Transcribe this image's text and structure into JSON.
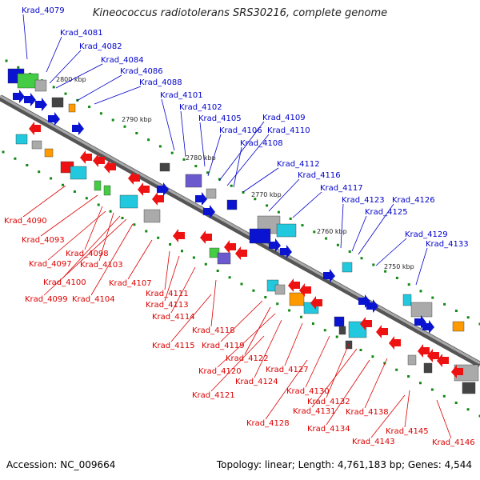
{
  "title": "Kineococcus radiotolerans SRS30216, complete genome",
  "accession_text": "Accession: NC_009664",
  "summary_text": "Topology: linear; Length: 4,761,183 bp; Genes: 4,544",
  "colors": {
    "forward_label": "#0000cc",
    "reverse_label": "#dd0000",
    "backbone": "#808080",
    "gene_blue": "#0a14d0",
    "gene_red": "#ee1111",
    "gene_cyan": "#22c8dd",
    "gene_grey": "#aaaaaa",
    "gene_green": "#44cc44",
    "gene_orange": "#ff9900",
    "gene_purple": "#6a5acd",
    "gene_dark": "#444444",
    "tick": "#118811"
  },
  "scale_labels": [
    "2800 kbp",
    "2790 kbp",
    "2780 kbp",
    "2770 kbp",
    "2760 kbp",
    "2750 kbp"
  ],
  "forward_genes": [
    "Krad_4079",
    "Krad_4081",
    "Krad_4082",
    "Krad_4084",
    "Krad_4086",
    "Krad_4088",
    "Krad_4101",
    "Krad_4102",
    "Krad_4105",
    "Krad_4106",
    "Krad_4109",
    "Krad_4110",
    "Krad_4108",
    "Krad_4112",
    "Krad_4116",
    "Krad_4117",
    "Krad_4123",
    "Krad_4126",
    "Krad_4125",
    "Krad_4129",
    "Krad_4133"
  ],
  "reverse_genes": [
    "Krad_4090",
    "Krad_4093",
    "Krad_4098",
    "Krad_4097",
    "Krad_4103",
    "Krad_4100",
    "Krad_4099",
    "Krad_4104",
    "Krad_4107",
    "Krad_4111",
    "Krad_4113",
    "Krad_4114",
    "Krad_4118",
    "Krad_4115",
    "Krad_4119",
    "Krad_4122",
    "Krad_4120",
    "Krad_4124",
    "Krad_4127",
    "Krad_4121",
    "Krad_4130",
    "Krad_4132",
    "Krad_4131",
    "Krad_4128",
    "Krad_4134",
    "Krad_4138",
    "Krad_4145",
    "Krad_4143",
    "Krad_4146"
  ]
}
